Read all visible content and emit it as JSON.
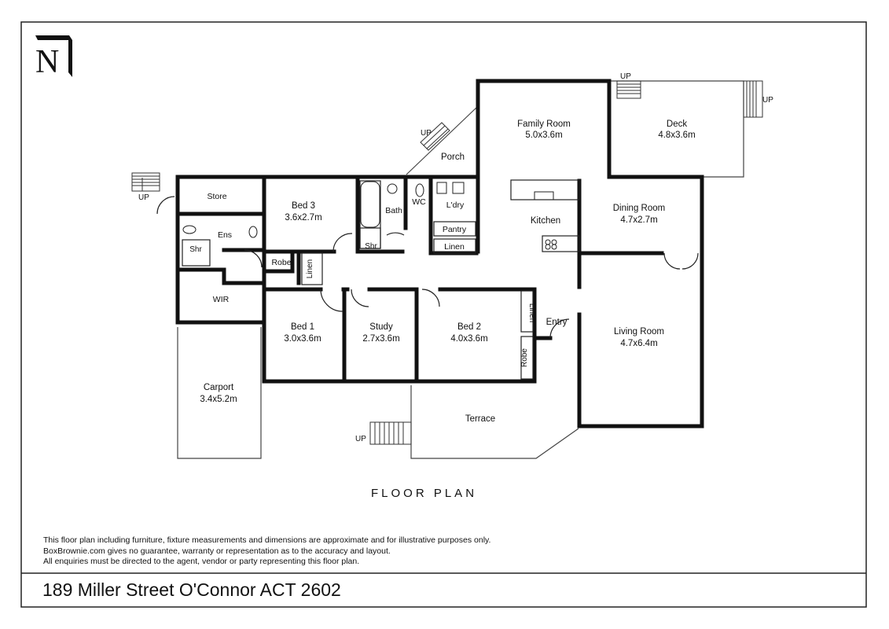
{
  "compass": {
    "label": "N"
  },
  "title": "FLOOR PLAN",
  "disclaimer": [
    "This floor plan including furniture, fixture measurements and dimensions are approximate and for illustrative purposes only.",
    "BoxBrownie.com gives no guarantee, warranty or representation as to the accuracy and layout.",
    "All enquiries must be directed to the agent, vendor or party representing this floor plan."
  ],
  "address": "189 Miller Street O'Connor ACT 2602",
  "rooms": {
    "family_room": {
      "name": "Family Room",
      "size": "5.0x3.6m"
    },
    "deck": {
      "name": "Deck",
      "size": "4.8x3.6m"
    },
    "porch": {
      "name": "Porch"
    },
    "store": {
      "name": "Store"
    },
    "bed3": {
      "name": "Bed 3",
      "size": "3.6x2.7m"
    },
    "bath": {
      "name": "Bath"
    },
    "wc": {
      "name": "WC"
    },
    "laundry": {
      "name": "L'dry"
    },
    "pantry": {
      "name": "Pantry"
    },
    "linen_kitchen": {
      "name": "Linen"
    },
    "kitchen": {
      "name": "Kitchen"
    },
    "dining_room": {
      "name": "Dining Room",
      "size": "4.7x2.7m"
    },
    "ens": {
      "name": "Ens"
    },
    "ens_shower": {
      "name": "Shr"
    },
    "bath_shower": {
      "name": "Shr"
    },
    "robe_bed3": {
      "name": "Robe"
    },
    "linen_hall": {
      "name": "Linen"
    },
    "wir": {
      "name": "WIR"
    },
    "bed1": {
      "name": "Bed 1",
      "size": "3.0x3.6m"
    },
    "study": {
      "name": "Study",
      "size": "2.7x3.6m"
    },
    "bed2": {
      "name": "Bed 2",
      "size": "4.0x3.6m"
    },
    "linen_bed2": {
      "name": "Linen"
    },
    "robe_bed2": {
      "name": "Robe"
    },
    "entry": {
      "name": "Entry"
    },
    "living_room": {
      "name": "Living Room",
      "size": "4.7x6.4m"
    },
    "carport": {
      "name": "Carport",
      "size": "3.4x5.2m"
    },
    "terrace": {
      "name": "Terrace"
    }
  },
  "stairs": {
    "store": "UP",
    "porch": "UP",
    "deck_top": "UP",
    "deck_right": "UP",
    "terrace": "UP"
  }
}
